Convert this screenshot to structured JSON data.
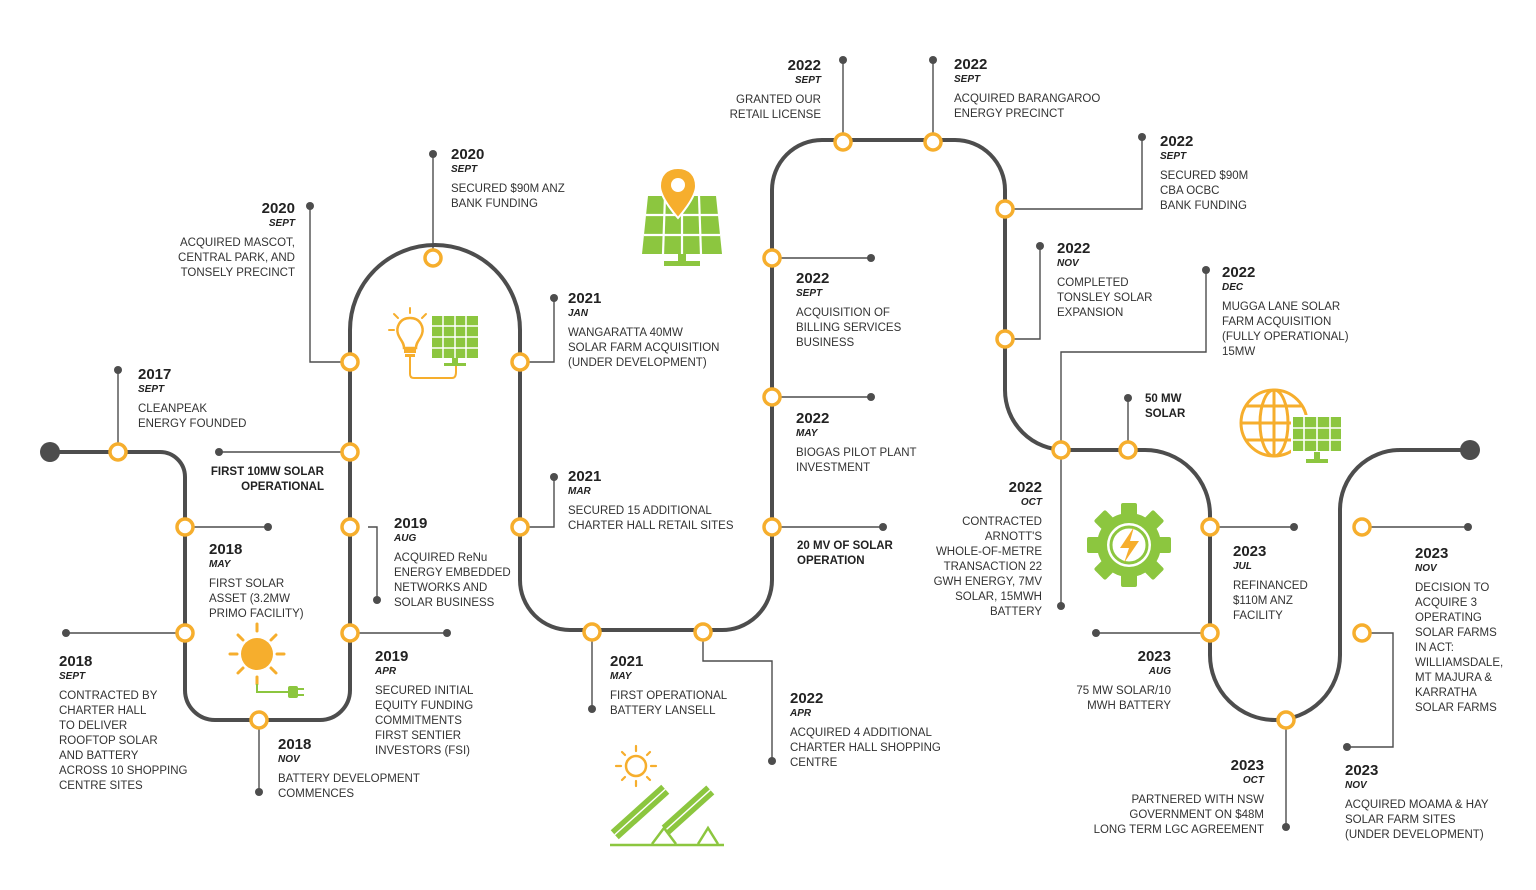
{
  "colors": {
    "track": "#4d4d4d",
    "node_ring": "#f6ae2d",
    "accent_yellow": "#f6ae2d",
    "accent_green": "#8cc63f",
    "text": "#333333"
  },
  "events": [
    {
      "id": "e2017",
      "year": "2017",
      "month": "SEPT",
      "text": "CLEANPEAK\nENERGY FOUNDED"
    },
    {
      "id": "e2018may",
      "year": "2018",
      "month": "MAY",
      "text": "FIRST SOLAR\nASSET (3.2MW\nPRIMO FACILITY)"
    },
    {
      "id": "e2018sept",
      "year": "2018",
      "month": "SEPT",
      "text": "CONTRACTED BY\nCHARTER HALL\nTO DELIVER\nROOFTOP SOLAR\nAND BATTERY\nACROSS 10 SHOPPING\nCENTRE SITES"
    },
    {
      "id": "e2018nov",
      "year": "2018",
      "month": "NOV",
      "text": "BATTERY DEVELOPMENT\nCOMMENCES"
    },
    {
      "id": "e2019apr",
      "year": "2019",
      "month": "APR",
      "text": "SECURED INITIAL\nEQUITY FUNDING\nCOMMITMENTS\nFIRST SENTIER\nINVESTORS (FSI)"
    },
    {
      "id": "e2019aug",
      "year": "2019",
      "month": "AUG",
      "text": "ACQUIRED ReNu\nENERGY EMBEDDED\nNETWORKS AND\nSOLAR BUSINESS"
    },
    {
      "id": "e2020sept",
      "year": "2020",
      "month": "SEPT",
      "text": "ACQUIRED MASCOT,\nCENTRAL PARK, AND\nTONSELY PRECINCT"
    },
    {
      "id": "e2020",
      "year": "2020",
      "month": "SEPT",
      "text": "SECURED $90M ANZ\nBANK FUNDING"
    },
    {
      "id": "e2021jan",
      "year": "2021",
      "month": "JAN",
      "text": "WANGARATTA 40MW\nSOLAR FARM ACQUISITION\n(UNDER DEVELOPMENT)"
    },
    {
      "id": "e2021mar",
      "year": "2021",
      "month": "MAR",
      "text": "SECURED 15 ADDITIONAL\nCHARTER HALL RETAIL SITES"
    },
    {
      "id": "e2021may",
      "year": "2021",
      "month": "MAY",
      "text": "FIRST OPERATIONAL\nBATTERY LANSELL"
    },
    {
      "id": "e2022apr",
      "year": "2022",
      "month": "APR",
      "text": "ACQUIRED 4 ADDITIONAL\nCHARTER HALL SHOPPING\nCENTRE"
    },
    {
      "id": "e2022may",
      "year": "2022",
      "month": "MAY",
      "text": "BIOGAS PILOT PLANT\nINVESTMENT"
    },
    {
      "id": "e2022sept_bill",
      "year": "2022",
      "month": "SEPT",
      "text": "ACQUISITION OF\nBILLING SERVICES\nBUSINESS"
    },
    {
      "id": "e2022sept_lic",
      "year": "2022",
      "month": "SEPT",
      "text": "GRANTED OUR\nRETAIL LICENSE"
    },
    {
      "id": "e2022sept_bar",
      "year": "2022",
      "month": "SEPT",
      "text": "ACQUIRED BARANGAROO\nENERGY PRECINCT"
    },
    {
      "id": "e2022sept_cba",
      "year": "2022",
      "month": "SEPT",
      "text": "SECURED $90M\nCBA OCBC\nBANK FUNDING"
    },
    {
      "id": "e2022nov",
      "year": "2022",
      "month": "NOV",
      "text": "COMPLETED\nTONSLEY SOLAR\nEXPANSION"
    },
    {
      "id": "e2022dec",
      "year": "2022",
      "month": "DEC",
      "text": "MUGGA LANE SOLAR\nFARM ACQUISITION\n(FULLY OPERATIONAL)\n15MW"
    },
    {
      "id": "e2022oct",
      "year": "2022",
      "month": "OCT",
      "text": "CONTRACTED\nARNOTT'S\nWHOLE-OF-METRE\nTRANSACTION 22\nGWH ENERGY, 7MV\nSOLAR, 15MWH\nBATTERY"
    },
    {
      "id": "e2023jul",
      "year": "2023",
      "month": "JUL",
      "text": "REFINANCED\n$110M ANZ\nFACILITY"
    },
    {
      "id": "e2023aug",
      "year": "2023",
      "month": "AUG",
      "text": "75 MW SOLAR/10\nMWH BATTERY"
    },
    {
      "id": "e2023oct",
      "year": "2023",
      "month": "OCT",
      "text": "PARTNERED WITH NSW\nGOVERNMENT ON $48M\nLONG TERM LGC AGREEMENT"
    },
    {
      "id": "e2023nov_dec",
      "year": "2023",
      "month": "NOV",
      "text": "DECISION TO\nACQUIRE 3\nOPERATING\nSOLAR FARMS\nIN ACT:\nWILLIAMSDALE,\nMT MAJURA &\nKARRATHA\nSOLAR FARMS"
    },
    {
      "id": "e2023nov_acq",
      "year": "2023",
      "month": "NOV",
      "text": "ACQUIRED MOAMA & HAY\nSOLAR FARM SITES\n(UNDER DEVELOPMENT)"
    }
  ],
  "milestones": {
    "first10mw": "FIRST 10MW SOLAR\nOPERATIONAL",
    "mv20": "20 MV OF SOLAR\nOPERATION",
    "mw50": "50 MW\nSOLAR"
  },
  "icons": [
    "sun-plug-icon",
    "bulb-solar-panel-icon",
    "location-solar-panel-icon",
    "sun-solar-tracker-icon",
    "gear-bolt-icon",
    "globe-solar-panel-icon"
  ]
}
